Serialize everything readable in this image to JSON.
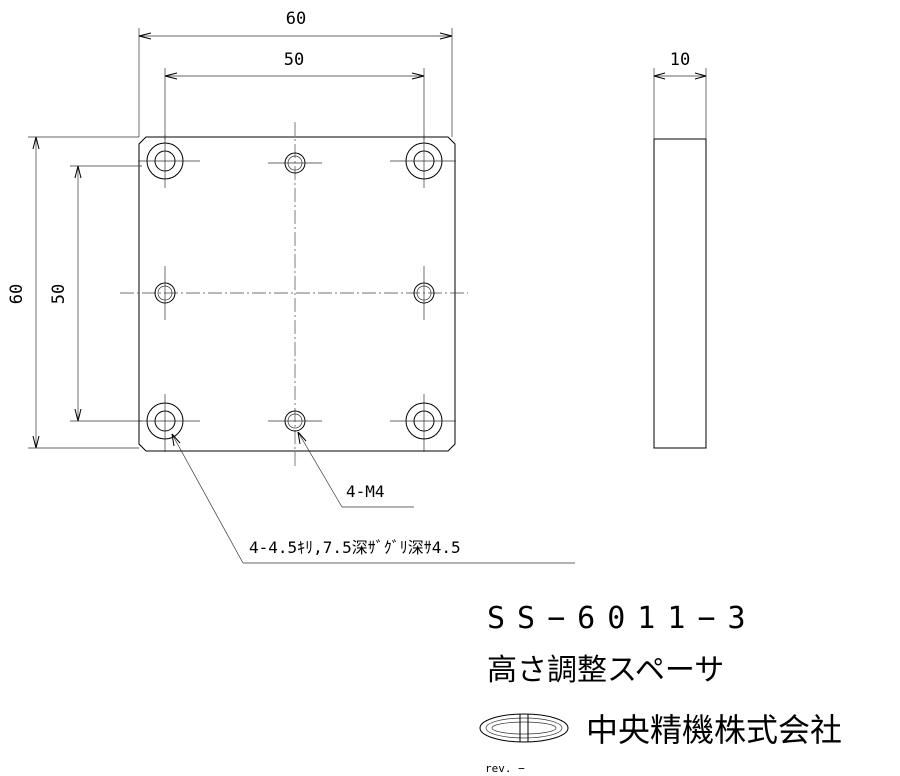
{
  "dimensions": {
    "top_overall": "60",
    "top_pitch": "50",
    "left_overall": "60",
    "left_pitch": "50",
    "side_thickness": "10"
  },
  "notes": {
    "tapped_holes": "4-M4",
    "counterbored_holes": "4-4.5ｷﾘ,7.5深ｻﾞｸﾞﾘ深ｻ4.5"
  },
  "title_block": {
    "part_number": "SS−6011−3",
    "part_name": "高さ調整スペーサ",
    "company": "中央精機株式会社",
    "company_logo": "chuo-seiki-logo",
    "revision": "rev. −"
  }
}
